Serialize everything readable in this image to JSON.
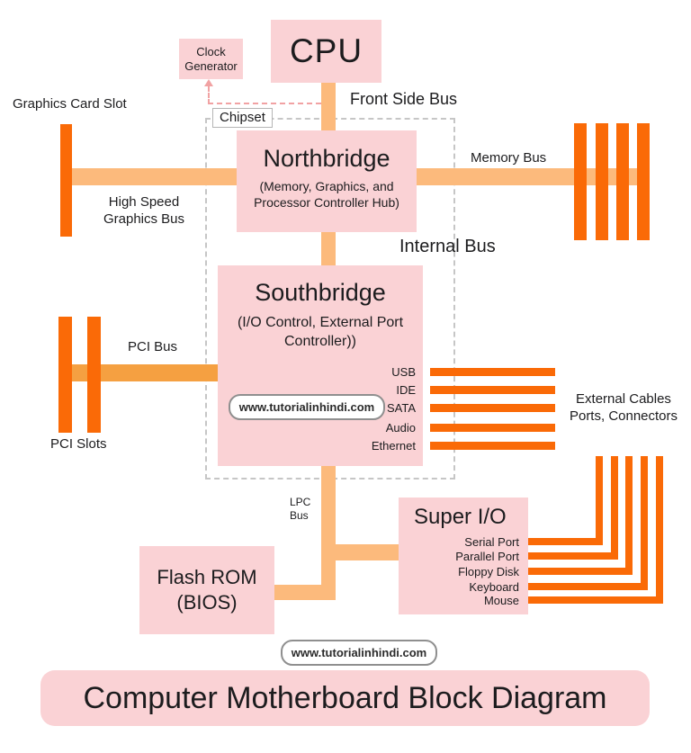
{
  "page": {
    "title": "Computer Motherboard Block Diagram",
    "watermark": "www.tutorialinhindi.com"
  },
  "components": {
    "cpu": "CPU",
    "clock_generator": "Clock\nGenerator",
    "chipset": "Chipset",
    "northbridge_title": "Northbridge",
    "northbridge_subtitle": "(Memory, Graphics, and Processor Controller Hub)",
    "southbridge_title": "Southbridge",
    "southbridge_subtitle": "(I/O Control, External Port Controller))",
    "super_io_title": "Super I/O",
    "flash_rom": "Flash ROM\n(BIOS)"
  },
  "buses": {
    "front_side": "Front Side Bus",
    "memory": "Memory Bus",
    "high_speed_graphics": "High Speed\nGraphics Bus",
    "internal": "Internal Bus",
    "pci": "PCI Bus",
    "lpc": "LPC\nBus"
  },
  "slots": {
    "graphics_card": "Graphics Card Slot",
    "pci": "PCI Slots",
    "external_cables": "External Cables\nPorts, Connectors"
  },
  "southbridge_ports": [
    "USB",
    "IDE",
    "SATA",
    "Audio",
    "Ethernet"
  ],
  "super_io_ports": [
    "Serial Port",
    "Parallel Port",
    "Floppy Disk",
    "Keyboard",
    "Mouse"
  ],
  "colors": {
    "box_pink": "#fad2d5",
    "slot_orange": "#fa6a07",
    "bus_light_orange": "#fcba7c",
    "bus_pci_orange": "#f5a041",
    "clock_dash_pink": "#f1a2a3",
    "chipset_dash_gray": "#c6c6c6"
  }
}
